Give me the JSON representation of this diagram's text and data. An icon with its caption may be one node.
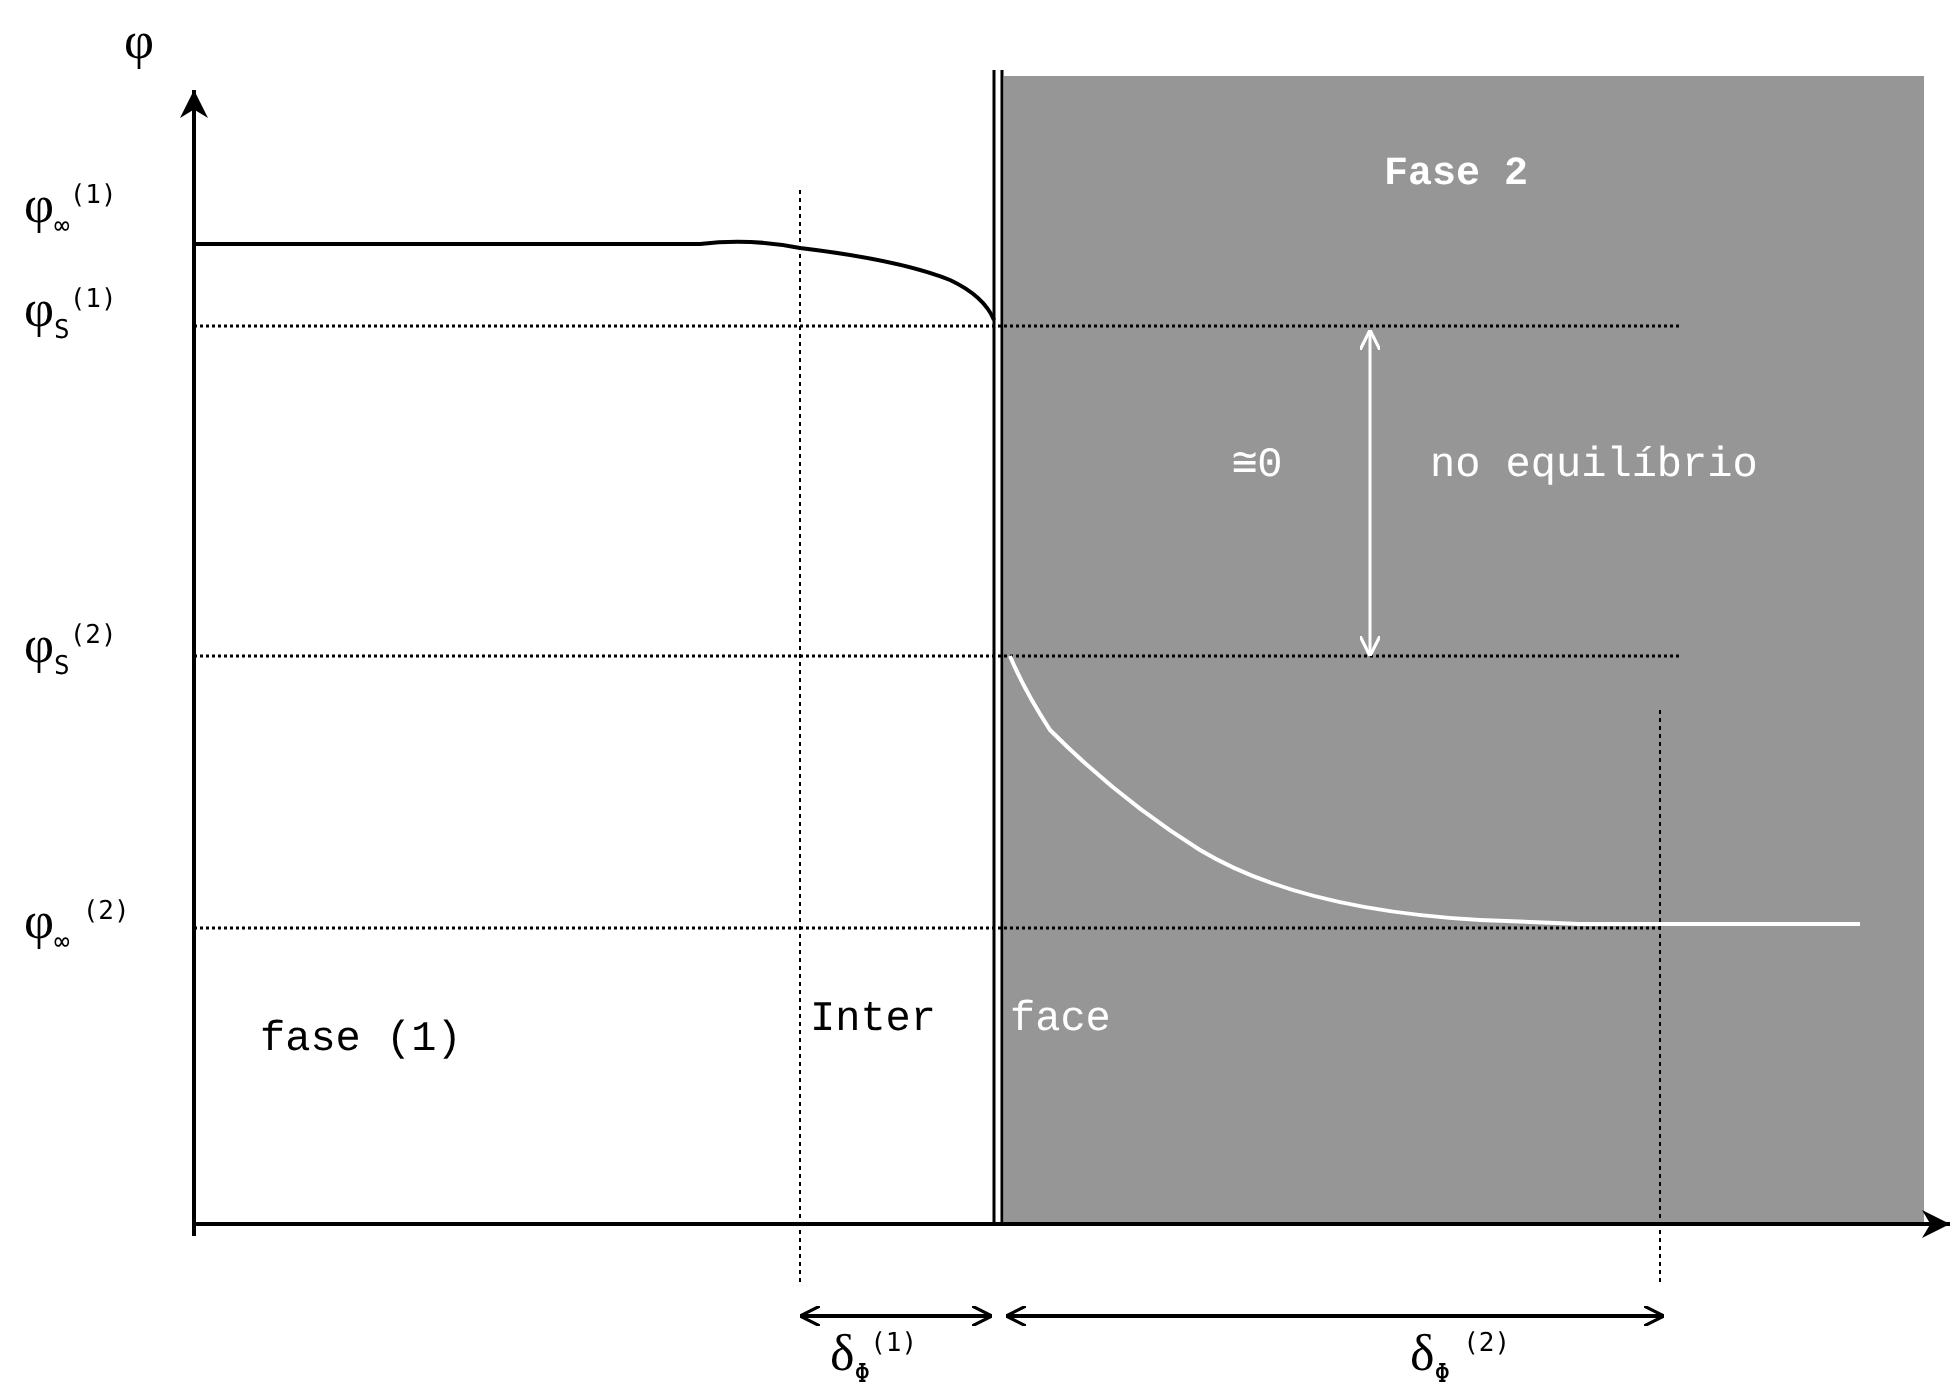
{
  "diagram": {
    "nodes": [
      {
        "text": [
          "Fase 2"
        ]
      }
    ],
    "labels": [
      "φ",
      "φ$_{∞}$$^{(1)}$",
      "φ$_{S}$$^{(1)}$",
      "≅0",
      "no equilíbrio",
      "φ$_{S}$$^{(2)}$",
      "φ$_{∞}$ $^{(2)}$",
      "fase (1)",
      "Inter",
      "face",
      "δ$_{Φ}$$^{(1)}$",
      "δ$_{Φ}$ $^{(2)}$"
    ]
  }
}
